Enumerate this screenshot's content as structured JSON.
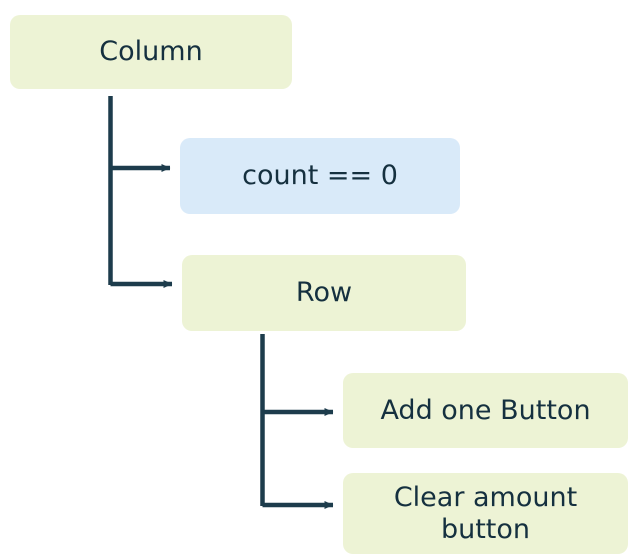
{
  "diagram": {
    "type": "tree-hierarchy",
    "background_color": "#ffffff",
    "connector_color": "#1d3c4c",
    "text_color": "#15303f",
    "colors": {
      "green": "#edf3d5",
      "blue": "#d9eaf9"
    },
    "nodes": [
      {
        "id": "column",
        "label": "Column",
        "fill": "#edf3d5",
        "level": 0
      },
      {
        "id": "count-check",
        "label": "count == 0",
        "fill": "#d9eaf9",
        "level": 1,
        "parent": "column"
      },
      {
        "id": "row",
        "label": "Row",
        "fill": "#edf3d5",
        "level": 1,
        "parent": "column"
      },
      {
        "id": "add-one-button",
        "label": "Add one Button",
        "fill": "#edf3d5",
        "level": 2,
        "parent": "row"
      },
      {
        "id": "clear-amount-button",
        "label": "Clear amount\nbutton",
        "fill": "#edf3d5",
        "level": 2,
        "parent": "row"
      }
    ],
    "edges": [
      {
        "from": "column",
        "to": "count-check"
      },
      {
        "from": "column",
        "to": "row"
      },
      {
        "from": "row",
        "to": "add-one-button"
      },
      {
        "from": "row",
        "to": "clear-amount-button"
      }
    ]
  }
}
